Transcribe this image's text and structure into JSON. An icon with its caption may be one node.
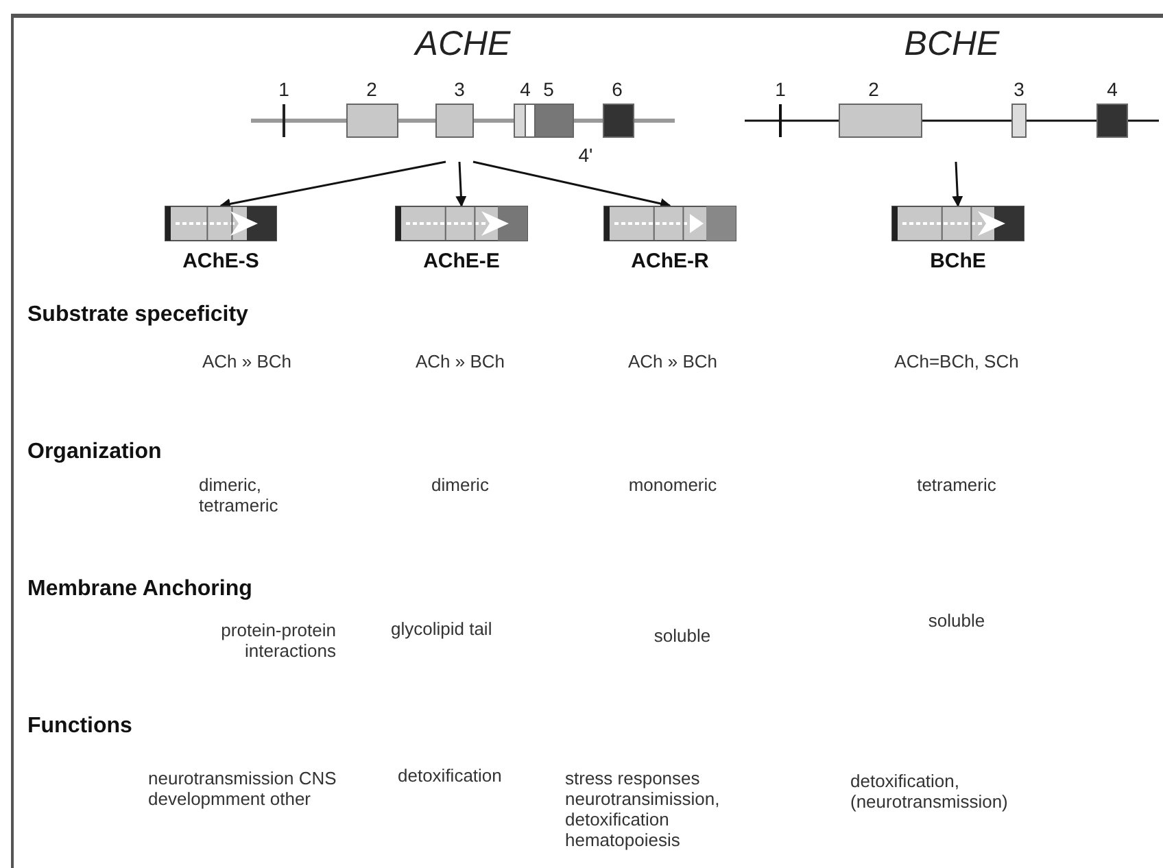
{
  "diagram": {
    "nodes": [
      {
        "text": [
          "ACHE"
        ]
      },
      {
        "text": [
          "BCHE"
        ]
      },
      {
        "text": [
          "AChE-S"
        ]
      },
      {
        "text": [
          "AChE-E"
        ]
      },
      {
        "text": [
          "AChE-R"
        ]
      },
      {
        "text": [
          "BChE"
        ]
      }
    ],
    "edges": [
      {
        "from": 0,
        "to": 2,
        "arrow": "to"
      },
      {
        "from": 0,
        "to": 3,
        "arrow": "to"
      },
      {
        "from": 0,
        "to": 4,
        "arrow": "to"
      },
      {
        "from": 1,
        "to": 5,
        "arrow": "to"
      }
    ],
    "labels": [
      "1",
      "2",
      "3",
      "4",
      "5",
      "6",
      "4'",
      "1",
      "2",
      "3",
      "4",
      "Substrate speceficity",
      "ACh » BCh",
      "ACh » BCh",
      "ACh » BCh",
      "ACh=BCh, SCh",
      "Organization",
      "dimeric, tetrameric",
      "dimeric",
      "monomeric",
      "tetrameric",
      "Membrane Anchoring",
      "protein-protein interactions",
      "glycolipid tail",
      "soluble",
      "soluble",
      "Functions",
      "neurotransmission CNS developmment other",
      "detoxification",
      "stress responses neurotransimission, detoxification hematopoiesis",
      "detoxification, (neurotransmission)"
    ]
  }
}
